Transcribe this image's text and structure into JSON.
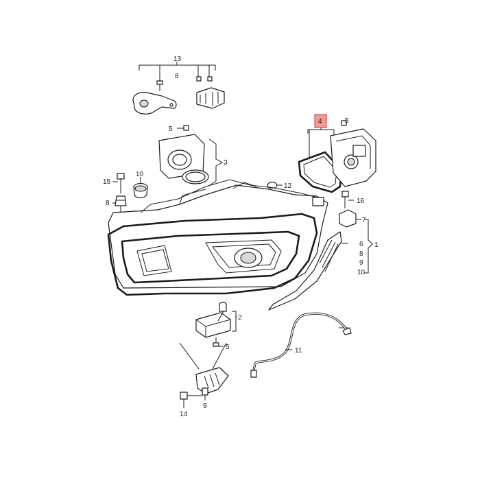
{
  "diagram": {
    "callouts": {
      "c13": "13",
      "c8_top": "8",
      "c5_top": "5",
      "c3": "3",
      "c10": "10",
      "c15": "15",
      "c8_left": "8",
      "c12": "12",
      "c4": "4",
      "c5_right": "5",
      "c16": "16",
      "c7": "7",
      "c6": "6",
      "c8_right": "8",
      "c9_right": "9",
      "c10_right": "10",
      "c1": "1",
      "c2": "2",
      "c5_bottom": "5",
      "c11": "11",
      "c9_bottom": "9",
      "c14": "14"
    },
    "highlighted_callout": "4",
    "colors": {
      "highlight": "#f29a9a",
      "line": "#1a1a1a",
      "background": "#ffffff"
    }
  }
}
